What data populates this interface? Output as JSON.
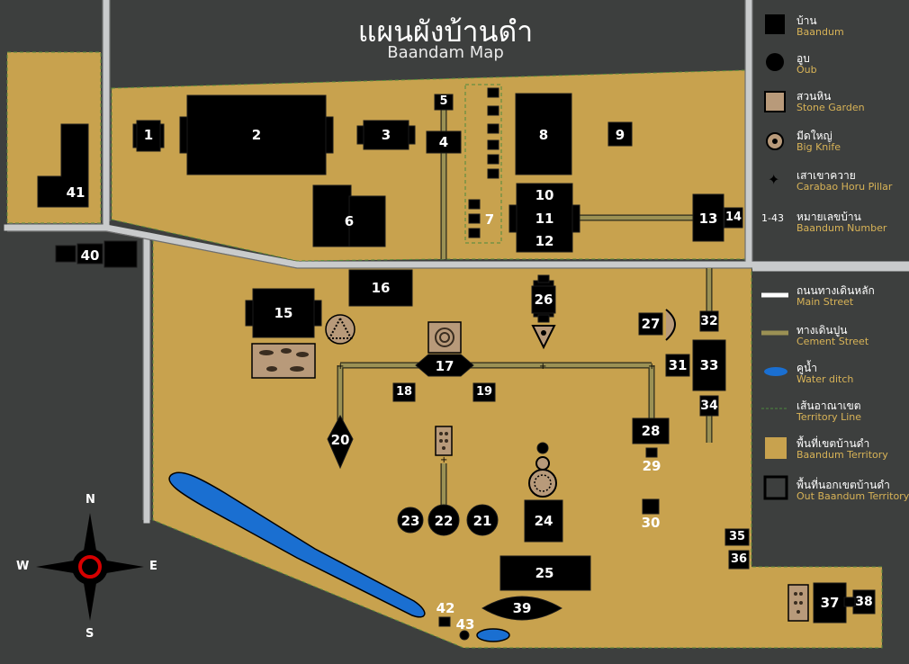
{
  "title": "แผนผังบ้านดำ",
  "subtitle": "Baandam Map",
  "colors": {
    "territory": "#c8a24e",
    "background": "#3d3f3e",
    "building": "#000000",
    "cement": "#9b9154",
    "water": "#1a6fd1",
    "street": "#cfd1d2",
    "territory_line": "#4d8a3d"
  },
  "legend": [
    {
      "icon": "building-icon",
      "th": "บ้าน",
      "en": "Baandum"
    },
    {
      "icon": "oub-icon",
      "th": "อูบ",
      "en": "Oub"
    },
    {
      "icon": "stone-garden-icon",
      "th": "สวนหิน",
      "en": "Stone Garden"
    },
    {
      "icon": "big-knife-icon",
      "th": "มีดใหญ่",
      "en": "Big Knife"
    },
    {
      "icon": "carabao-horn-pillar-icon",
      "th": "เสาเขาควาย",
      "en": "Carabao Horu Pillar"
    },
    {
      "icon": "number-icon",
      "symbol": "1-43",
      "th": "หมายเลขบ้าน",
      "en": "Baandum Number"
    },
    {
      "icon": "main-street-icon",
      "th": "ถนนทางเดินหลัก",
      "en": "Main Street"
    },
    {
      "icon": "cement-street-icon",
      "th": "ทางเดินปูน",
      "en": "Cement Street"
    },
    {
      "icon": "water-ditch-icon",
      "th": "คูน้ำ",
      "en": "Water ditch"
    },
    {
      "icon": "territory-line-icon",
      "th": "เส้นอาณาเขต",
      "en": "Territory Line"
    },
    {
      "icon": "territory-area-icon",
      "th": "พื้นที่เขตบ้านดำ",
      "en": "Baandum Territory"
    },
    {
      "icon": "out-territory-icon",
      "th": "พื้นที่นอกเขตบ้านดำ",
      "en": "Out Baandum Territory"
    }
  ],
  "buildings": [
    "1",
    "2",
    "3",
    "4",
    "5",
    "6",
    "7",
    "8",
    "9",
    "10",
    "11",
    "12",
    "13",
    "14",
    "15",
    "16",
    "17",
    "18",
    "19",
    "20",
    "21",
    "22",
    "23",
    "24",
    "25",
    "26",
    "27",
    "28",
    "29",
    "30",
    "31",
    "32",
    "33",
    "34",
    "35",
    "36",
    "37",
    "38",
    "39",
    "40",
    "41",
    "42",
    "43"
  ],
  "compass": {
    "n": "N",
    "s": "S",
    "e": "E",
    "w": "W"
  }
}
